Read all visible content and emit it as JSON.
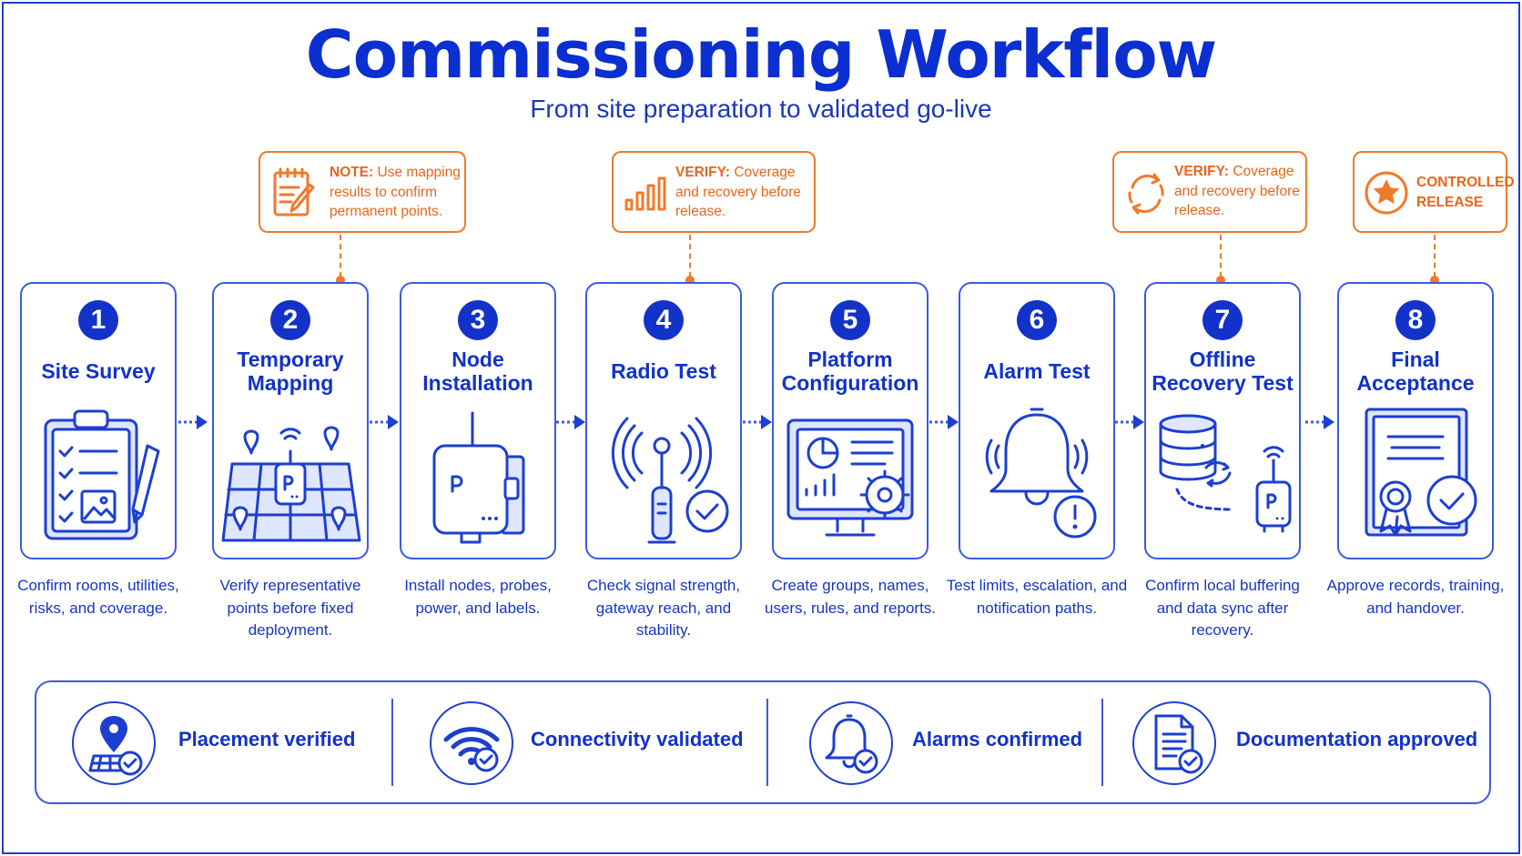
{
  "title": "Commissioning Workflow",
  "subtitle": "From site preparation to validated go-live",
  "colors": {
    "primary": "#1232c9",
    "accent": "#f07a2c",
    "background": "#ffffff"
  },
  "steps": [
    {
      "number": "1",
      "title": "Site Survey",
      "description": "Confirm rooms, utilities, risks, and coverage.",
      "icon": "clipboard-checklist-icon"
    },
    {
      "number": "2",
      "title": "Temporary Mapping",
      "description": "Verify representative points before fixed deployment.",
      "icon": "map-pins-icon"
    },
    {
      "number": "3",
      "title": "Node Installation",
      "description": "Install nodes, probes, power, and labels.",
      "icon": "sensor-node-icon"
    },
    {
      "number": "4",
      "title": "Radio Test",
      "description": "Check signal strength, gateway reach, and stability.",
      "icon": "antenna-check-icon"
    },
    {
      "number": "5",
      "title": "Platform Configuration",
      "description": "Create groups, names, users, rules, and reports.",
      "icon": "monitor-gear-icon"
    },
    {
      "number": "6",
      "title": "Alarm Test",
      "description": "Test limits, escalation, and notification paths.",
      "icon": "bell-alert-icon"
    },
    {
      "number": "7",
      "title": "Offline Recovery Test",
      "description": "Confirm local buffering and data sync after recovery.",
      "icon": "database-sync-icon"
    },
    {
      "number": "8",
      "title": "Final Acceptance",
      "description": "Approve records, training, and handover.",
      "icon": "certificate-check-icon"
    }
  ],
  "notes": [
    {
      "label": "NOTE:",
      "text": "Use mapping results to confirm permanent points.",
      "lines": [
        "Use mapping",
        "results to confirm",
        "permanent points."
      ],
      "icon": "notepad-pencil-icon",
      "step": "2"
    },
    {
      "label": "VERIFY:",
      "text": "Coverage and recovery before release.",
      "lines": [
        "Coverage",
        "and recovery before",
        "release."
      ],
      "icon": "signal-bars-icon",
      "step": "4"
    },
    {
      "label": "VERIFY:",
      "text": "Coverage and recovery before release.",
      "lines": [
        "Coverage",
        "and recovery before",
        "release."
      ],
      "icon": "refresh-cycle-icon",
      "step": "7"
    },
    {
      "label": "CONTROLLED RELEASE",
      "lines": [
        "CONTROLLED",
        "RELEASE"
      ],
      "icon": "star-badge-icon",
      "step": "8"
    }
  ],
  "footer": [
    {
      "label": "Placement verified",
      "icon": "location-pin-check-icon"
    },
    {
      "label": "Connectivity validated",
      "icon": "wifi-check-icon"
    },
    {
      "label": "Alarms confirmed",
      "icon": "bell-check-icon"
    },
    {
      "label": "Documentation approved",
      "icon": "document-check-icon"
    }
  ]
}
